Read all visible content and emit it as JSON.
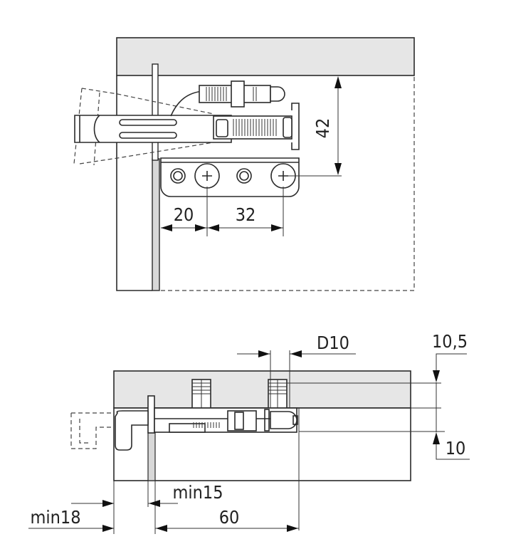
{
  "title": "Cabinet hanger fitting — installation dimensions",
  "colors": {
    "panel_fill": "#e6e6e6",
    "line": "#2a2a2a",
    "background": "#ffffff"
  },
  "front_view": {
    "dimensions": {
      "hole_offset": "20",
      "hole_spacing": "32",
      "height_from_top": "42"
    }
  },
  "side_view": {
    "dimensions": {
      "dowel_diameter": "D10",
      "top_offset": "10,5",
      "bottom_offset": "10",
      "min_panel_thickness": "min15",
      "min_side_thickness": "min18",
      "depth": "60"
    }
  }
}
